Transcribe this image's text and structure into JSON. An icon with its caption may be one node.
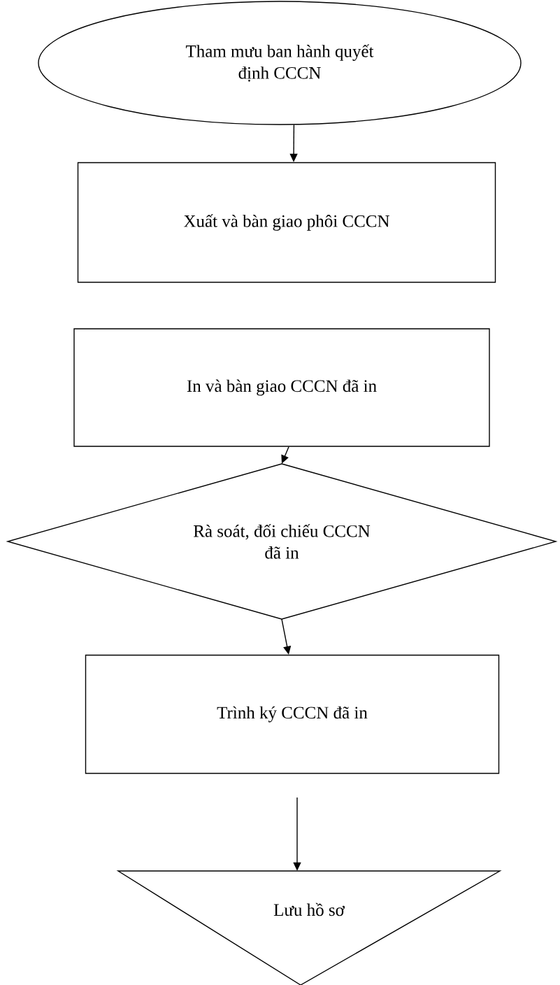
{
  "diagram": {
    "nodes": [
      {
        "text": [
          "Tham mưu ban hành quyết định CCCN"
        ]
      },
      {
        "text": [
          "Xuất và bàn giao phôi CCCN"
        ]
      },
      {
        "text": [
          "In và bàn giao CCCN đã in"
        ]
      },
      {
        "text": [
          "Rà soát, đối chiếu CCCN đã in"
        ]
      },
      {
        "text": [
          "Trình ký CCCN đã in"
        ]
      },
      {
        "text": [
          "Lưu hồ sơ"
        ]
      }
    ],
    "edges": [
      {
        "from": 0,
        "to": 1,
        "arrow": "to"
      },
      {
        "from": 2,
        "to": 3,
        "arrow": "to"
      },
      {
        "from": 3,
        "to": 4,
        "arrow": "to"
      },
      {
        "from": null,
        "to": 5,
        "arrow": "to"
      }
    ]
  }
}
